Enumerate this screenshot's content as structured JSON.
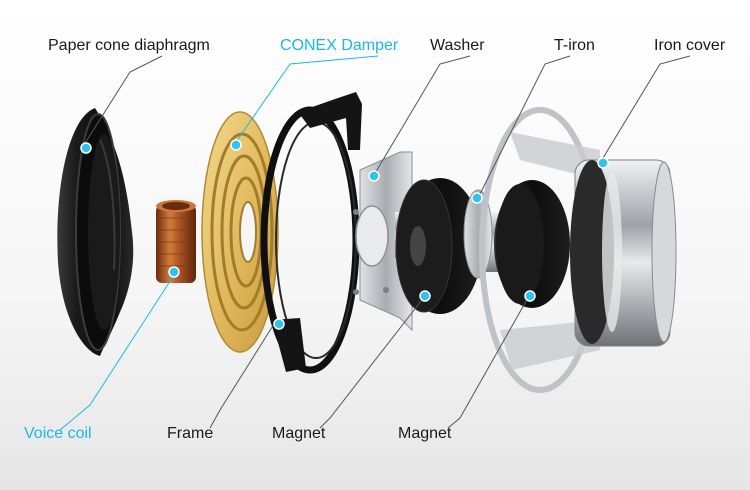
{
  "colors": {
    "background_top": "#ffffff",
    "background_bottom": "#e9e9e9",
    "label_text": "#1a1a1a",
    "highlight_text": "#1ab8e8",
    "leader_dark": "#555555",
    "leader_cyan": "#1ab8e8",
    "dot": "#2cc4f0",
    "damper": "#e8c56a",
    "copper": "#b4581f",
    "cone": "#151515",
    "steel": "#b9bcc0",
    "magnet": "#111111"
  },
  "labels": {
    "paper_cone": "Paper cone diaphragm",
    "conex_damper": "CONEX Damper",
    "washer": "Washer",
    "t_iron": "T-iron",
    "iron_cover": "Iron cover",
    "voice_coil": "Voice coil",
    "frame": "Frame",
    "magnet_1": "Magnet",
    "magnet_2": "Magnet"
  }
}
